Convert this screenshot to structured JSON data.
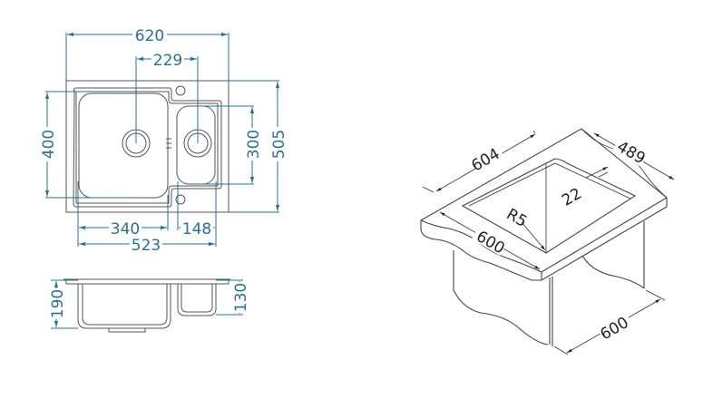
{
  "top_view": {
    "overall_width": "620",
    "drain_spacing": "229",
    "overall_depth": "505",
    "large_bowl_depth": "400",
    "small_bowl_depth": "300",
    "large_bowl_width": "340",
    "small_bowl_width": "148",
    "bowls_total_width": "523"
  },
  "side_view": {
    "large_bowl_height": "190",
    "small_bowl_height": "130"
  },
  "iso_view": {
    "cutout_width": "604",
    "cutout_depth": "489",
    "rim_offset": "22",
    "corner_radius": "R5",
    "countertop_width": "600",
    "cabinet_width": "600"
  },
  "colors": {
    "dimension": "#2b6f98",
    "outline": "#555555"
  }
}
